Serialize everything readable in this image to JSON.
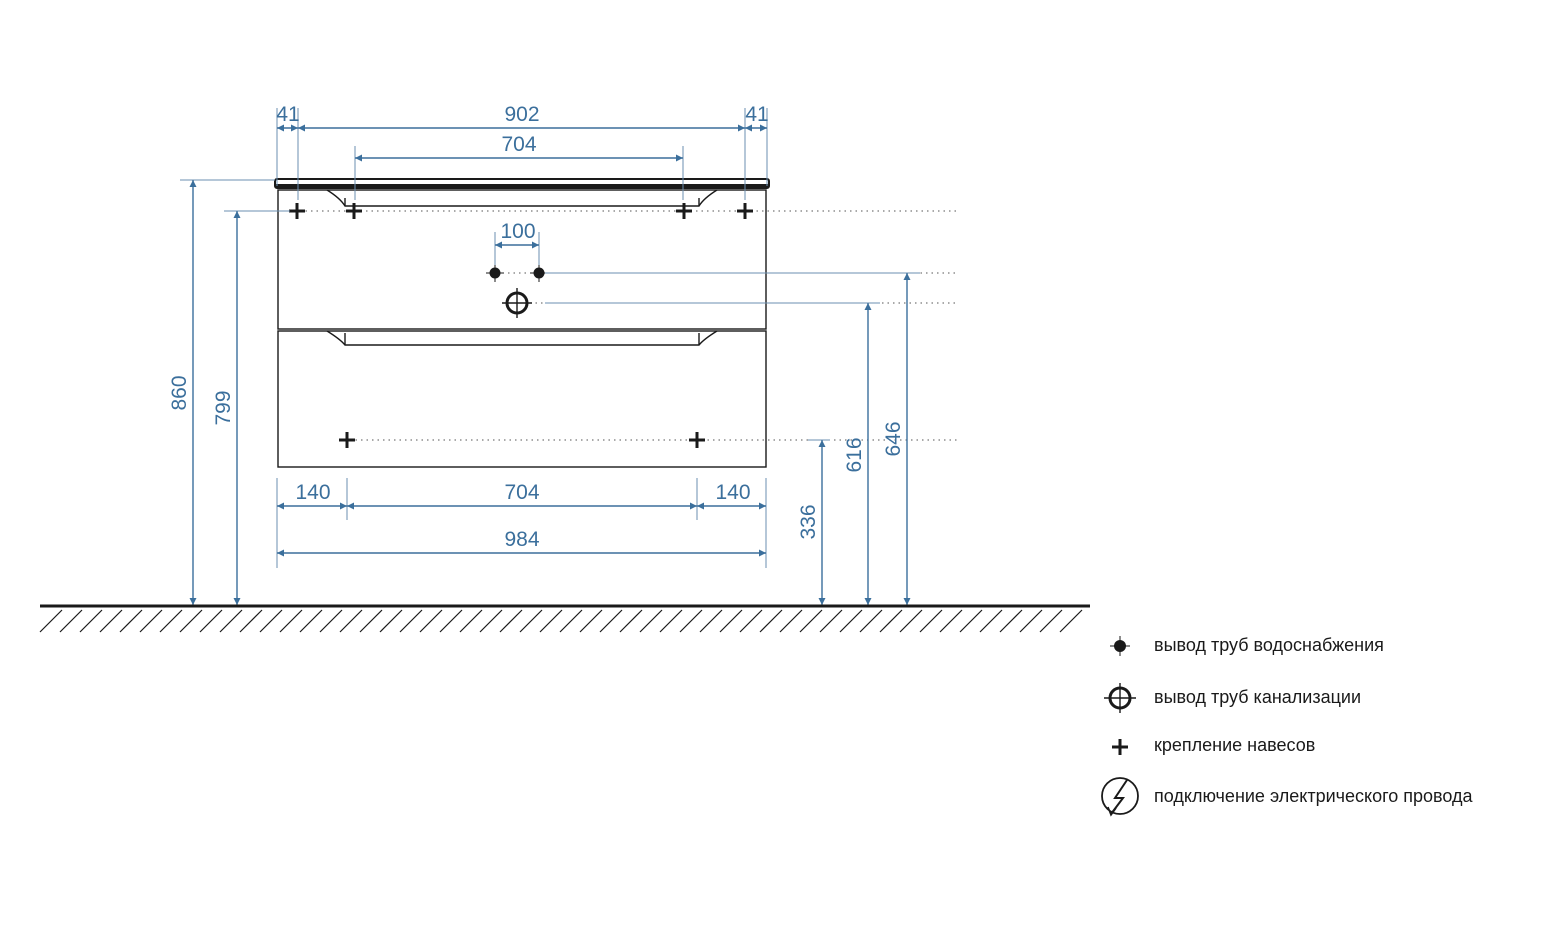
{
  "dimensions": {
    "top_left_offset": "41",
    "top_overall": "902",
    "top_right_offset": "41",
    "top_inner": "704",
    "pipe_spacing": "100",
    "bottom_left_offset": "140",
    "bottom_inner": "704",
    "bottom_right_offset": "140",
    "bottom_overall": "984",
    "height_total": "860",
    "height_top_mount": "799",
    "height_bottom_mount": "336",
    "height_drain": "616",
    "height_water": "646"
  },
  "legend": {
    "water_label": "вывод труб водоснабжения",
    "drain_label": "вывод труб канализации",
    "mount_label": "крепление навесов",
    "electric_label": "подключение электрического провода"
  },
  "colors": {
    "dimension": "#3b6f9c",
    "outline": "#1a1a1a"
  }
}
